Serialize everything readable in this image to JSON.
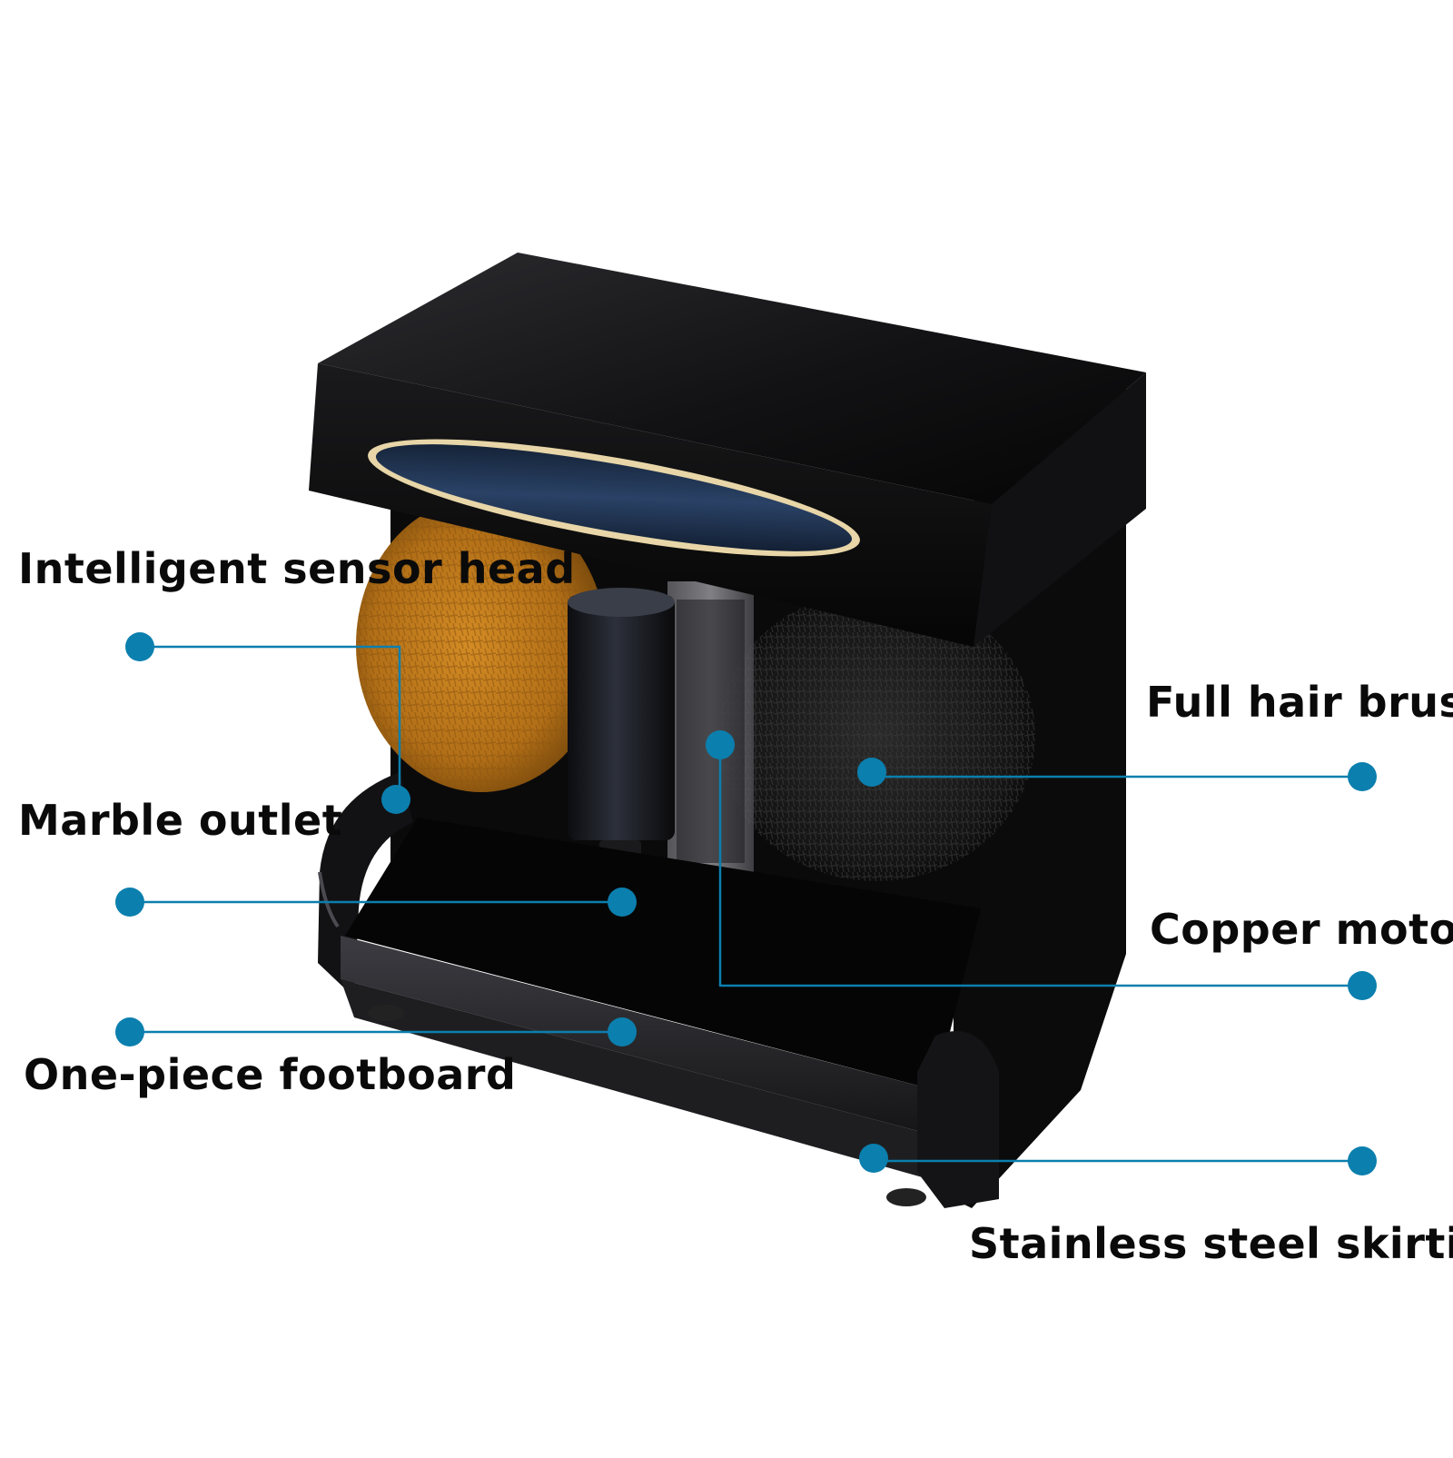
{
  "colors": {
    "accent": "#0b7fae",
    "machine_body": "#0c0c0d",
    "machine_highlight": "#3a3a3f",
    "brush_left": "#b7761b",
    "brush_right": "#1a1a1a",
    "window_trim": "#e6d4a8",
    "window_glass": "#1e2f48"
  },
  "callouts": {
    "sensor_head": "Intelligent sensor head",
    "marble_outlet": "Marble outlet",
    "footboard": "One-piece footboard",
    "hair_brush": "Full hair brush",
    "copper_motor": "Copper motor",
    "skirting": "Stainless steel skirting"
  }
}
